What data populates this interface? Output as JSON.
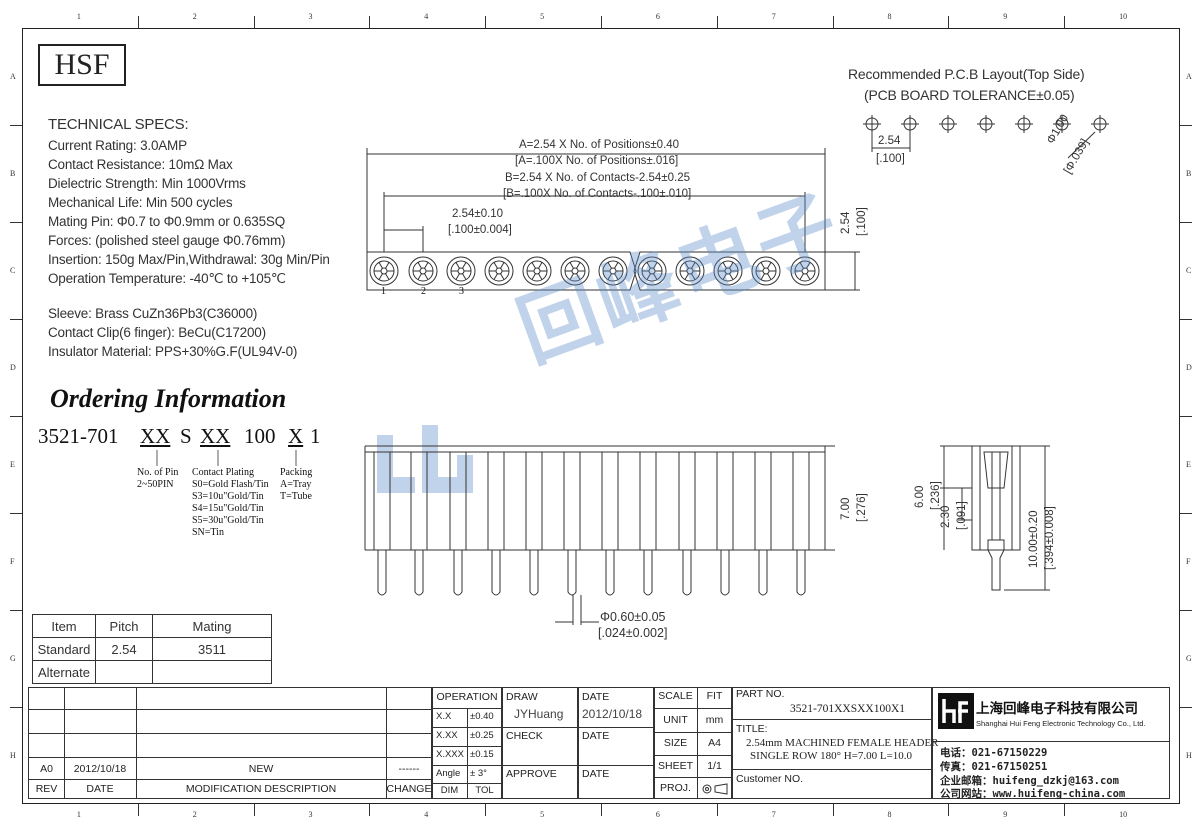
{
  "logo": "HSF",
  "zones_top": [
    "1",
    "2",
    "3",
    "4",
    "5",
    "6",
    "7",
    "8",
    "9",
    "10"
  ],
  "zones_side": [
    "A",
    "B",
    "C",
    "D",
    "E",
    "F",
    "G",
    "H"
  ],
  "specs": {
    "title": "TECHNICAL SPECS:",
    "lines": [
      "Current Rating: 3.0AMP",
      "Contact Resistance: 10mΩ Max",
      "Dielectric Strength: Min 1000Vrms",
      "Mechanical Life: Min 500 cycles",
      "Mating Pin: Φ0.7 to Φ0.9mm or 0.635SQ",
      "Forces: (polished steel gauge Φ0.76mm)",
      "Insertion: 150g Max/Pin,Withdrawal: 30g Min/Pin",
      "Operation Temperature: -40℃ to +105℃"
    ],
    "materials": [
      "Sleeve: Brass CuZn36Pb3(C36000)",
      "Contact Clip(6 finger): BeCu(C17200)",
      "Insulator Material: PPS+30%G.F(UL94V-0)"
    ]
  },
  "ordering": {
    "title": "Ordering Information",
    "parts": [
      "3521-701",
      "XX",
      "S",
      "XX",
      "100",
      "X",
      "1"
    ],
    "pin_label": [
      "No. of Pin",
      "2~50PIN"
    ],
    "plating_label": [
      "Contact Plating",
      "S0=Gold Flash/Tin",
      "S3=10u\"Gold/Tin",
      "S4=15u\"Gold/Tin",
      "S5=30u\"Gold/Tin",
      "SN=Tin"
    ],
    "packing_label": [
      "Packing",
      "A=Tray",
      "T=Tube"
    ]
  },
  "pcb": {
    "title1": "Recommended P.C.B Layout(Top Side)",
    "title2": "(PCB BOARD TOLERANCE±0.05)",
    "pitch": "2.54",
    "pitch_in": "[.100]",
    "hole": "Φ1.00",
    "hole_in": "[Φ.039]"
  },
  "dims": {
    "a1": "A=2.54 X No. of Positions±0.40",
    "a2": "[A=.100X No. of Positions±.016]",
    "b1": "B=2.54 X No. of Contacts-2.54±0.25",
    "b2": "[B=.100X No. of Contacts-.100±.010]",
    "p1": "2.54±0.10",
    "p2": "[.100±0.004]",
    "w1": "2.54",
    "w2": "[.100]",
    "n1": "1",
    "n2": "2",
    "n3": "3",
    "h1": "7.00",
    "h2": "[.276]",
    "d1": "Φ0.60±0.05",
    "d2": "[.024±0.002]",
    "s1": "6.00",
    "s2": "[.236]",
    "s3": "2.30",
    "s4": "[.091]",
    "s5": "10.00±0.20",
    "s6": "[.394±0.008]"
  },
  "mating_table": {
    "headers": [
      "Item",
      "Pitch",
      "Mating"
    ],
    "rows": [
      [
        "Standard",
        "2.54",
        "3511"
      ],
      [
        "Alternate",
        "",
        ""
      ]
    ]
  },
  "watermark": "回峰电子",
  "title_block": {
    "rev_row": {
      "rev": "A0",
      "date": "2012/10/18",
      "desc": "NEW",
      "change": "------"
    },
    "rev_headers": {
      "rev": "REV",
      "date": "DATE",
      "desc": "MODIFICATION DESCRIPTION",
      "change": "CHANGE"
    },
    "operation": "OPERATION",
    "tol": [
      [
        "X.X",
        "±0.40"
      ],
      [
        "X.XX",
        "±0.25"
      ],
      [
        "X.XXX",
        "±0.15"
      ],
      [
        "Angle",
        "± 3°"
      ]
    ],
    "dim": "DIM",
    "tolh": "TOL",
    "draw": "DRAW",
    "drawer": "JYHuang",
    "check": "CHECK",
    "approve": "APPROVE",
    "date_l": "DATE",
    "date_v": "2012/10/18",
    "scale": "SCALE",
    "fit": "FIT",
    "unit": "UNIT",
    "unit_v": "mm",
    "size": "SIZE",
    "size_v": "A4",
    "sheet": "SHEET",
    "sheet_v": "1/1",
    "proj": "PROJ.",
    "part_no_l": "PART NO.",
    "part_no": "3521-701XXSXX100X1",
    "title_l": "TITLE:",
    "title1": "2.54mm MACHINED FEMALE HEADER",
    "title2": "SINGLE ROW 180° H=7.00 L=10.0",
    "customer": "Customer NO.",
    "company_cn": "上海回峰电子科技有限公司",
    "company_en": "Shanghai Hui Feng Electronic Technology Co., Ltd.",
    "tel": "电话：021-67150229",
    "fax": "传真：021-67150251",
    "email": "企业邮箱：huifeng_dzkj@163.com",
    "web": "公司网站：www.huifeng-china.com"
  }
}
